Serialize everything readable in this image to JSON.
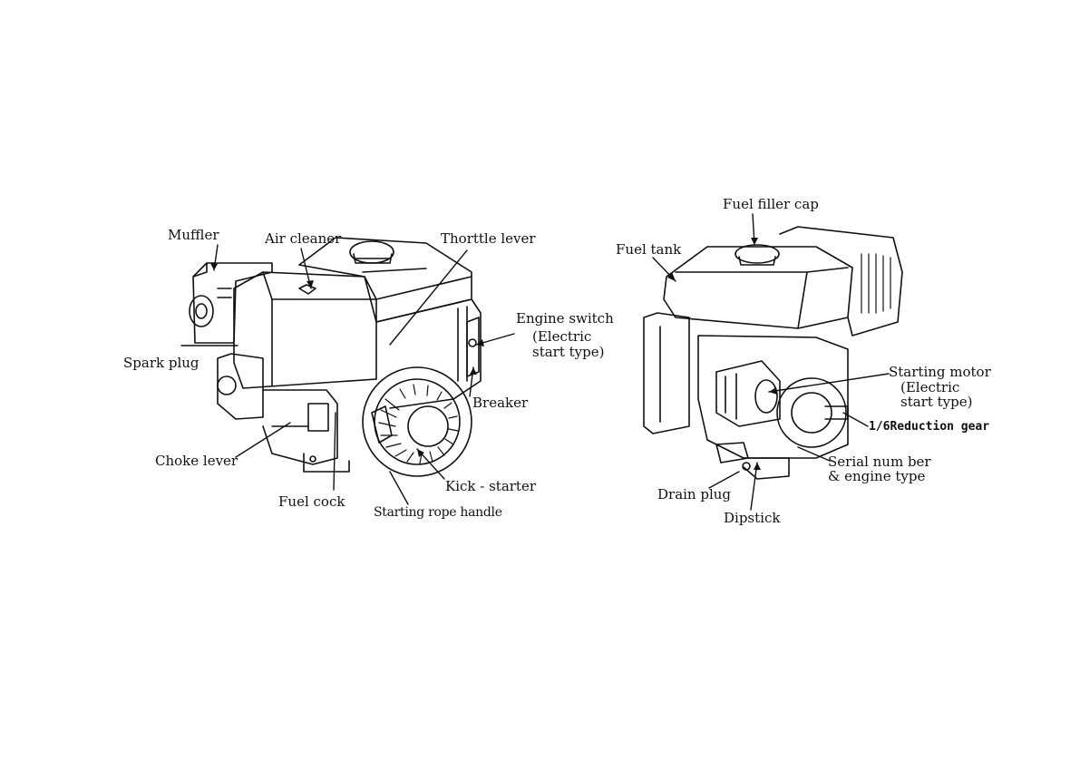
{
  "left_engine": {
    "labels": {
      "muffler": "Muffler",
      "air_cleaner": "Air cleaner",
      "throttle_lever": "Thorttle lever",
      "engine_switch": "Engine  switch",
      "engine_switch_sub1": "(Electric",
      "engine_switch_sub2": "start  type)",
      "spark_plug": "Spark plug",
      "breaker": "Breaker",
      "choke_lever": "Choke lever",
      "kick_starter": "Kick - starter",
      "fuel_cock": "Fuel cock",
      "starting_rope_handle": "Starting rope handle"
    }
  },
  "right_engine": {
    "labels": {
      "fuel_filler_cap": "Fuel filler cap",
      "fuel_tank": "Fuel tank",
      "starting_motor": "Starting motor",
      "starting_motor_sub1": "(Electric",
      "starting_motor_sub2": "start type)",
      "reduction_gear": "1/6Reduction gear",
      "serial_number": "Serial num ber",
      "engine_type": "& engine type",
      "drain_plug": "Drain plug",
      "dipstick": "Dipstick"
    }
  },
  "colors": {
    "ink": "#111111",
    "background": "#ffffff"
  }
}
